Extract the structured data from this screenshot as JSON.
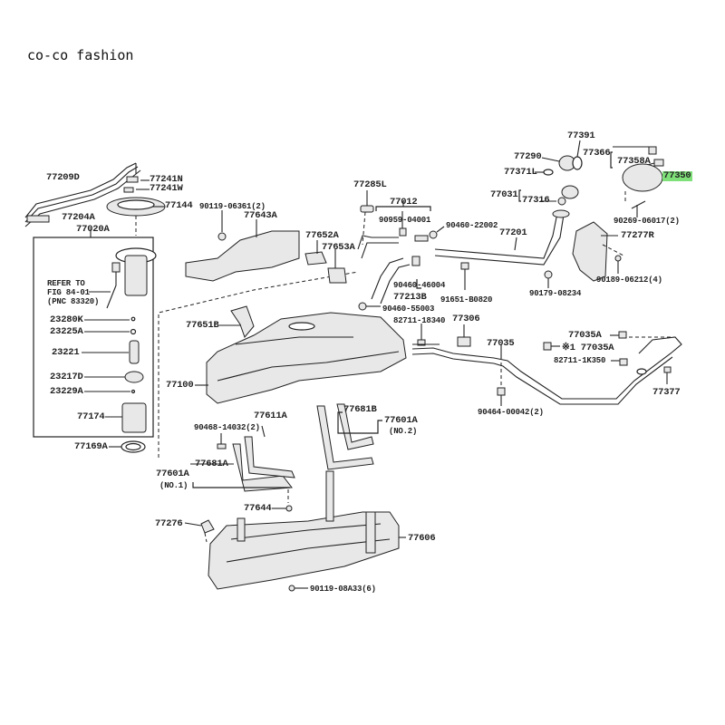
{
  "brand": "co-co fashion",
  "diagram": {
    "highlight_color": "#7fe07a",
    "highlighted_part": "77350",
    "labels": {
      "p77209D": "77209D",
      "p77241N": "77241N",
      "p77241W": "77241W",
      "p77144": "77144",
      "p77204A": "77204A",
      "p77020A": "77020A",
      "refer_line1": "REFER TO",
      "refer_line2": "FIG 84-01",
      "refer_line3": "(PNC 83320)",
      "p23280K": "23280K",
      "p23225A": "23225A",
      "p23221": "23221",
      "p23217D": "23217D",
      "p23229A": "23229A",
      "p77174": "77174",
      "p77169A": "77169A",
      "p90119_06361": "90119-06361(2)",
      "p77643A": "77643A",
      "p77652A": "77652A",
      "p77653A": "77653A",
      "p77285L": "77285L",
      "p77012": "77012",
      "p90959_04001": "90959-04001",
      "p90460_22002": "90460-22002",
      "p77201": "77201",
      "p90460_46004": "90460-46004",
      "p77213B": "77213B",
      "p91651_B0820": "91651-B0820",
      "p90460_55003": "90460-55003",
      "p82711_18340": "82711-18340",
      "p77306": "77306",
      "p77035": "77035",
      "p77391": "77391",
      "p77290": "77290",
      "p77366": "77366",
      "p77358A": "77358A",
      "p77371L": "77371L",
      "p77350": "77350",
      "p77031": "77031",
      "p77316": "77316",
      "p90269_06017": "90269-06017(2)",
      "p77277R": "77277R",
      "p90179_08234": "90179-08234",
      "p90189_06212": "90189-06212(4)",
      "p77035A_1": "77035A",
      "p77035A_2": "※1 77035A",
      "p82711_1K350": "82711-1K350",
      "p77377": "77377",
      "p90464_00042": "90464-00042(2)",
      "p77651B": "77651B",
      "p77100": "77100",
      "p77611A": "77611A",
      "p90468_14032": "90468-14032(2)",
      "p77681B": "77681B",
      "p77601A_2": "77601A",
      "no2": "(NO.2)",
      "p77681A": "77681A",
      "p77601A_1": "77601A",
      "no1": "(NO.1)",
      "p77644": "77644",
      "p77276": "77276",
      "p77606": "77606",
      "p90119_08A33": "90119-08A33(6)"
    }
  }
}
